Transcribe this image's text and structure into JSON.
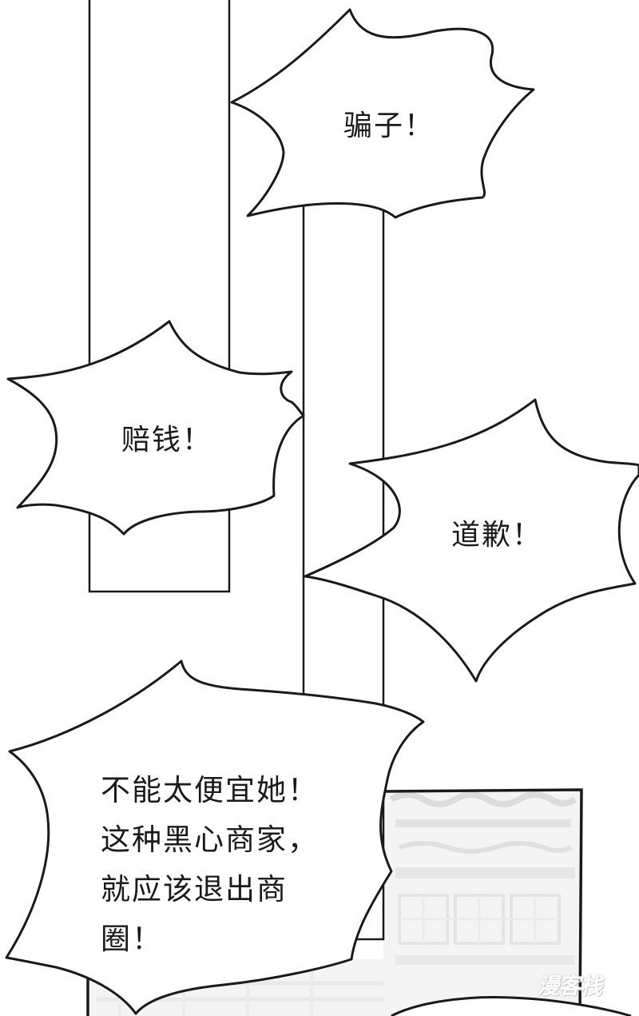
{
  "bubbles": {
    "b1": {
      "text": "骗子！"
    },
    "b2": {
      "text": "赔钱！"
    },
    "b3": {
      "text": "道歉！"
    },
    "b4": {
      "lines": [
        "不能太便宜她！",
        "这种黑心商家，",
        "就应该退出商",
        "圈！"
      ]
    }
  },
  "watermark": {
    "text": "漫客栈"
  },
  "colors": {
    "ink": "#1a1a1a",
    "background": "#ffffff",
    "building_gray": "#e6e6e6"
  }
}
